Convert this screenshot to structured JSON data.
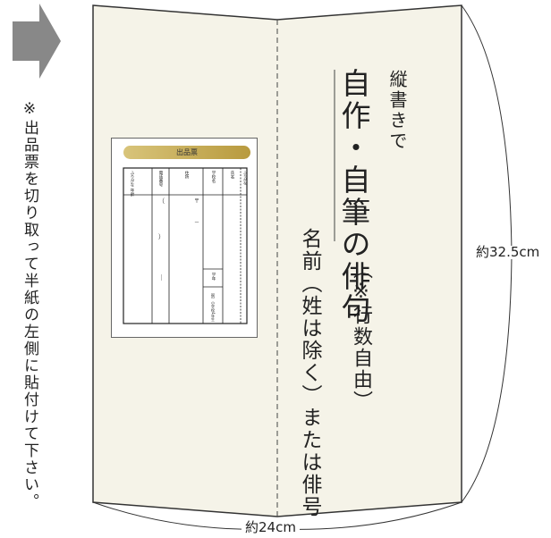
{
  "side_note": "※出品票を切り取って半紙の左側に貼付けて下さい。",
  "title": {
    "sub": "縦書きで",
    "main": "自作・自筆の俳句",
    "note": "（※行数自由）"
  },
  "name_note": "名前（姓は除く）または俳号",
  "dimensions": {
    "height": "約32.5cm",
    "width": "約24cm"
  },
  "slip": {
    "title": "出品票",
    "headers": [
      "ふりがな 年齢",
      "電話番号",
      "住所",
      "学校名",
      "氏名",
      "ふりがな"
    ],
    "grade_label": "学年",
    "grade_note": "（例）小学校4年生"
  },
  "colors": {
    "paper": "#f5f3e8",
    "arrow": "#888888",
    "gold": "#c9b05a"
  },
  "icons": {
    "arrow": "right-arrow-icon"
  }
}
